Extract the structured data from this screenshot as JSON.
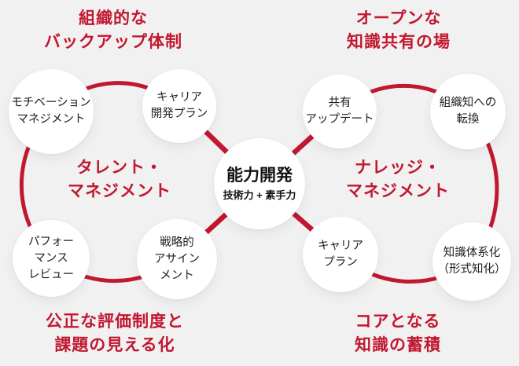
{
  "palette": {
    "background": "#f2f1f2",
    "accent_red": "#c1182f",
    "node_fill": "#ffffff",
    "node_text": "#1e1e1e",
    "center_text": "#111111"
  },
  "headings": {
    "top_left": {
      "lines": [
        "組織的な",
        "バックアップ体制"
      ]
    },
    "top_right": {
      "lines": [
        "オープンな",
        "知識共有の場"
      ]
    },
    "bottom_left": {
      "lines": [
        "公正な評価制度と",
        "課題の見える化"
      ]
    },
    "bottom_right": {
      "lines": [
        "コアとなる",
        "知識の蓄積"
      ]
    }
  },
  "loops": {
    "left": {
      "label_lines": [
        "タレント・",
        "マネジメント"
      ]
    },
    "right": {
      "label_lines": [
        "ナレッジ・",
        "マネジメント"
      ]
    }
  },
  "center_node": {
    "title": "能力開発",
    "subtitle": "技術力 + 素手力"
  },
  "nodes": [
    {
      "id": "motivation-management",
      "lines": [
        "モチベーション",
        "マネジメント"
      ]
    },
    {
      "id": "career-dev-plan",
      "lines": [
        "キャリア",
        "開発プラン"
      ]
    },
    {
      "id": "performance-review",
      "lines": [
        "パフォー",
        "マンス",
        "レビュー"
      ]
    },
    {
      "id": "strategic-assignment",
      "lines": [
        "戦略的",
        "アサイン",
        "メント"
      ]
    },
    {
      "id": "shared-update",
      "lines": [
        "共有",
        "アップデート"
      ]
    },
    {
      "id": "org-knowledge-conversion",
      "lines": [
        "組織知への",
        "転換"
      ]
    },
    {
      "id": "career-plan",
      "lines": [
        "キャリア",
        "プラン"
      ]
    },
    {
      "id": "knowledge-systematization",
      "lines": [
        "知識体系化",
        "（形式知化）"
      ]
    }
  ]
}
